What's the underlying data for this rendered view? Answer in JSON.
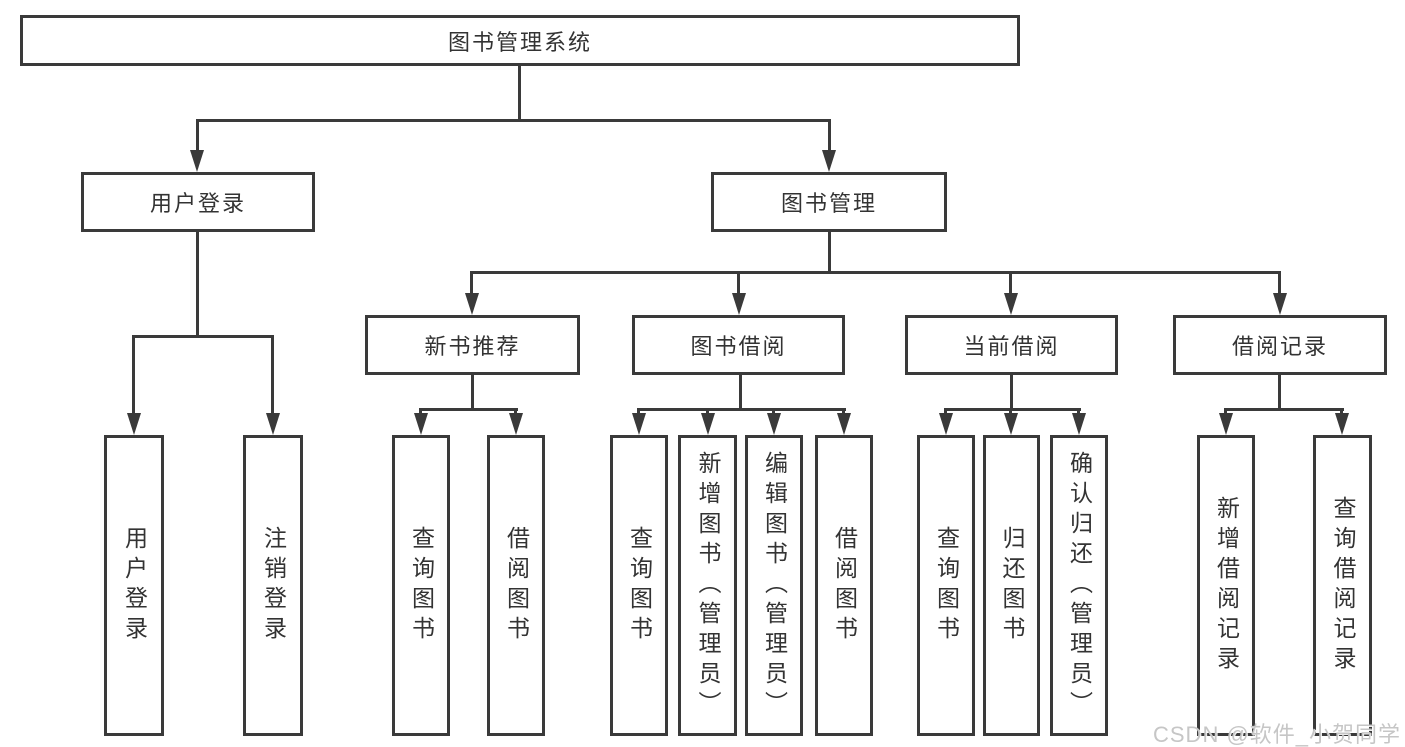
{
  "tree": {
    "root": {
      "label": "图书管理系统"
    },
    "branches": [
      {
        "label": "用户登录",
        "children": [
          {
            "label": "用户登录"
          },
          {
            "label": "注销登录"
          }
        ]
      },
      {
        "label": "图书管理",
        "children": [
          {
            "label": "新书推荐",
            "children": [
              {
                "label": "查询图书"
              },
              {
                "label": "借阅图书"
              }
            ]
          },
          {
            "label": "图书借阅",
            "children": [
              {
                "label": "查询图书"
              },
              {
                "label": "新增图书（管理员）"
              },
              {
                "label": "编辑图书（管理员）"
              },
              {
                "label": "借阅图书"
              }
            ]
          },
          {
            "label": "当前借阅",
            "children": [
              {
                "label": "查询图书"
              },
              {
                "label": "归还图书"
              },
              {
                "label": "确认归还（管理员）"
              }
            ]
          },
          {
            "label": "借阅记录",
            "children": [
              {
                "label": "新增借阅记录"
              },
              {
                "label": "查询借阅记录"
              }
            ]
          }
        ]
      }
    ]
  },
  "watermark": "CSDN @软件_小贺同学",
  "colors": {
    "line": "#3a3a3a",
    "text": "#333333",
    "background": "#ffffff",
    "watermark": "#c6c6c6"
  }
}
